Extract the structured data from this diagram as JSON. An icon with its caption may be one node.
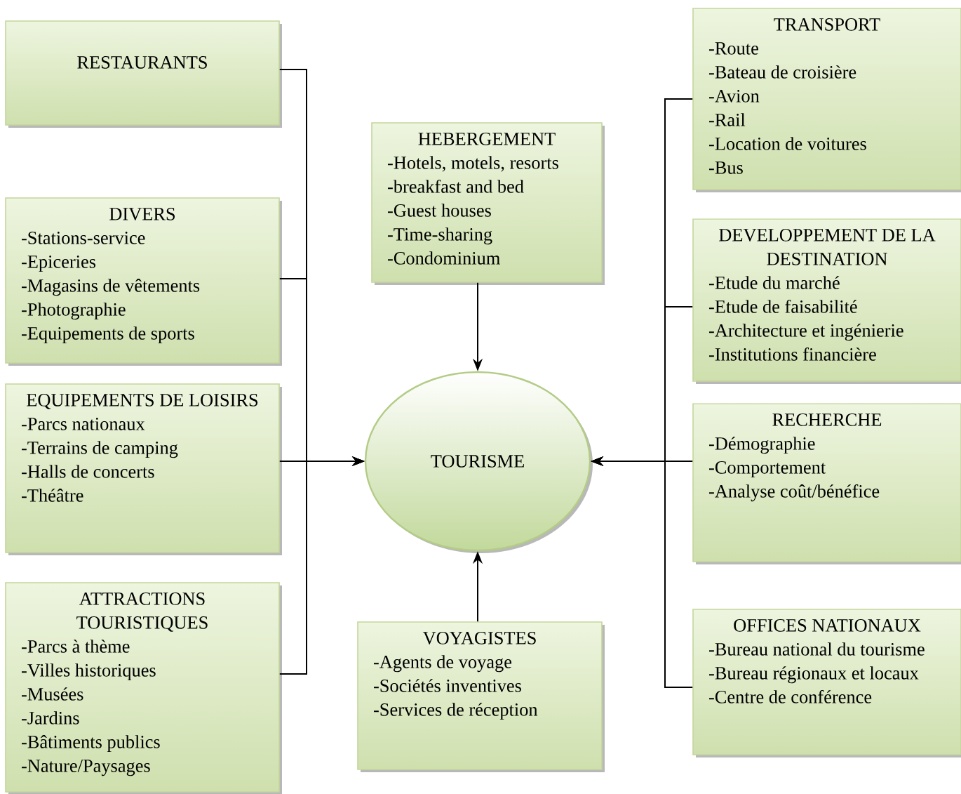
{
  "diagram": {
    "nodes": [
      {
        "text": [
          "RESTAURANTS"
        ]
      },
      {
        "text": [
          "DIVERS",
          "-Stations-service",
          "-Epiceries",
          "-Magasins de vêtements",
          "-Photographie",
          "-Equipements de sports"
        ]
      },
      {
        "text": [
          "EQUIPEMENTS DE LOISIRS",
          "-Parcs nationaux",
          "-Terrains de camping",
          "-Halls de concerts",
          "-Théâtre"
        ]
      },
      {
        "text": [
          "ATTRACTIONS TOURISTIQUES",
          "-Parcs à thème",
          "-Villes historiques",
          "-Musées",
          "-Jardins",
          "-Bâtiments publics",
          "-Nature/Paysages"
        ]
      },
      {
        "text": [
          "HEBERGEMENT",
          "-Hotels, motels, resorts",
          "-breakfast and bed",
          "-Guest houses",
          "-Time-sharing",
          "-Condominium"
        ]
      },
      {
        "text": [
          "TOURISME"
        ]
      },
      {
        "text": [
          "VOYAGISTES",
          "-Agents de voyage",
          "-Sociétés inventives",
          "-Services de réception"
        ]
      },
      {
        "text": [
          "TRANSPORT",
          "-Route",
          "-Bateau de croisière",
          "-Avion",
          "-Rail",
          "-Location de voitures",
          "-Bus"
        ]
      },
      {
        "text": [
          "DEVELOPPEMENT DE LA DESTINATION",
          "-Etude du marché",
          "-Etude de faisabilité",
          "-Architecture et ingénierie",
          "-Institutions financière"
        ]
      },
      {
        "text": [
          "RECHERCHE",
          "-Démographie",
          "-Comportement",
          "-Analyse coût/bénéfice"
        ]
      },
      {
        "text": [
          "OFFICES NATIONAUX",
          "-Bureau national du tourisme",
          "-Bureau régionaux et locaux",
          "-Centre de conférence"
        ]
      }
    ],
    "edges": [
      {
        "from": 0,
        "to": 5,
        "arrow": "to"
      },
      {
        "from": 1,
        "to": 5,
        "arrow": "to"
      },
      {
        "from": 2,
        "to": 5,
        "arrow": "to"
      },
      {
        "from": 3,
        "to": 5,
        "arrow": "to"
      },
      {
        "from": 4,
        "to": 5,
        "arrow": "to"
      },
      {
        "from": 6,
        "to": 5,
        "arrow": "to"
      },
      {
        "from": 7,
        "to": 5,
        "arrow": "to"
      },
      {
        "from": 8,
        "to": 5,
        "arrow": "to"
      },
      {
        "from": 9,
        "to": 5,
        "arrow": "to"
      },
      {
        "from": 10,
        "to": 5,
        "arrow": "to"
      }
    ]
  }
}
